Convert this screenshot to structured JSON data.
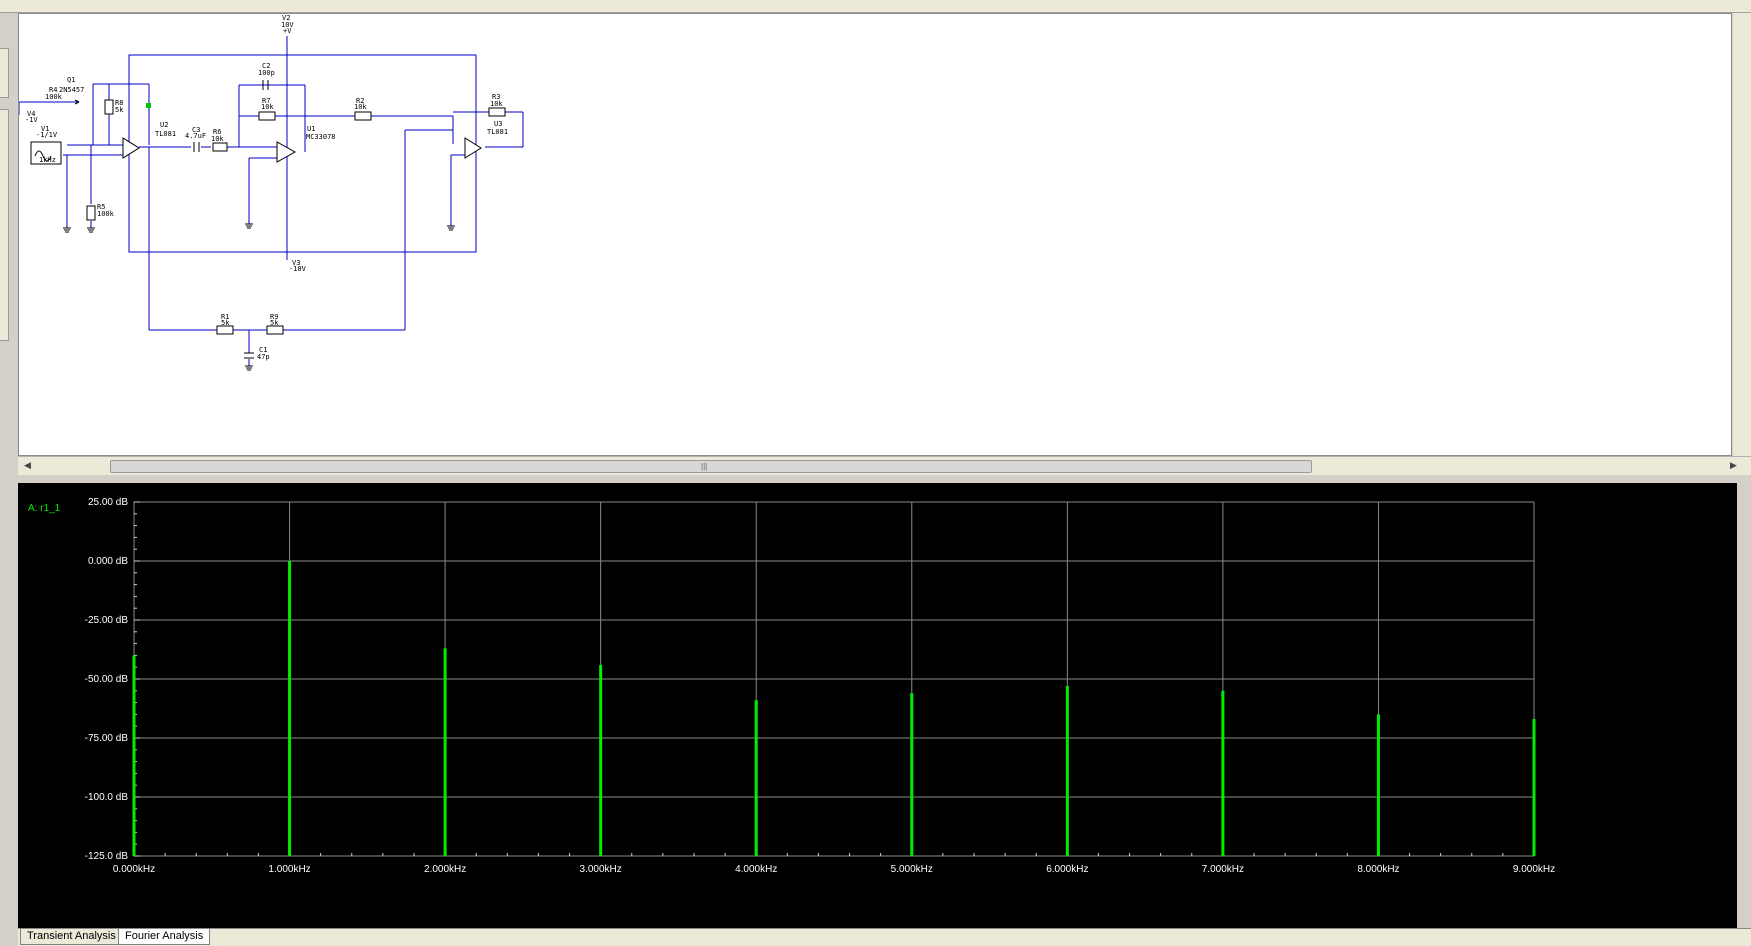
{
  "schematic": {
    "labels": {
      "v2": "V2",
      "v2_val": "10V",
      "v2_node": "+V",
      "q1": "Q1",
      "r4": "R4",
      "r4_val": "100k",
      "q1_part": "2N5457",
      "r8": "R8",
      "r8_val": "5k",
      "v4": "V4",
      "v4_val": "-1V",
      "v1": "V1",
      "v1_val": "-1/1V",
      "v1_freq": "1kHz",
      "u2": "U2",
      "u2_part": "TL081",
      "c3": "C3",
      "c3_val": "4.7uF",
      "r6": "R6",
      "r6_val": "10k",
      "c2": "C2",
      "c2_val": "100p",
      "r7": "R7",
      "r7_val": "10k",
      "u1": "U1",
      "u1_part": "MC33078",
      "r2": "R2",
      "r2_val": "10k",
      "r3": "R3",
      "r3_val": "10k",
      "u3": "U3",
      "u3_part": "TL081",
      "r5": "R5",
      "r5_val": "100k",
      "v3": "V3",
      "v3_val": "-10V",
      "r1": "R1",
      "r1_val": "5k",
      "r9": "R9",
      "r9_val": "5k",
      "c1": "C1",
      "c1_val": "47p"
    }
  },
  "grapher": {
    "trace_label": "A: r1_1"
  },
  "tabs": [
    {
      "label": "Transient Analysis"
    },
    {
      "label": "Fourier Analysis"
    }
  ],
  "chart_data": {
    "type": "bar",
    "y_ticks": [
      "25.00 dB",
      "0.000 dB",
      "-25.00 dB",
      "-50.00 dB",
      "-75.00 dB",
      "-100.0 dB",
      "-125.0 dB"
    ],
    "x_ticks": [
      "0.000kHz",
      "1.000kHz",
      "2.000kHz",
      "3.000kHz",
      "4.000kHz",
      "5.000kHz",
      "6.000kHz",
      "7.000kHz",
      "8.000kHz",
      "9.000kHz"
    ],
    "ylim": [
      -125,
      25
    ],
    "xlim": [
      0,
      9
    ],
    "grid": true,
    "series": [
      {
        "color": "#00ee00",
        "x": [
          0,
          1,
          2,
          3,
          4,
          5,
          6,
          7,
          8,
          9
        ],
        "values": [
          -40,
          0,
          -37,
          -44,
          -59,
          -56,
          -53,
          -55,
          -65,
          -67
        ]
      }
    ]
  }
}
